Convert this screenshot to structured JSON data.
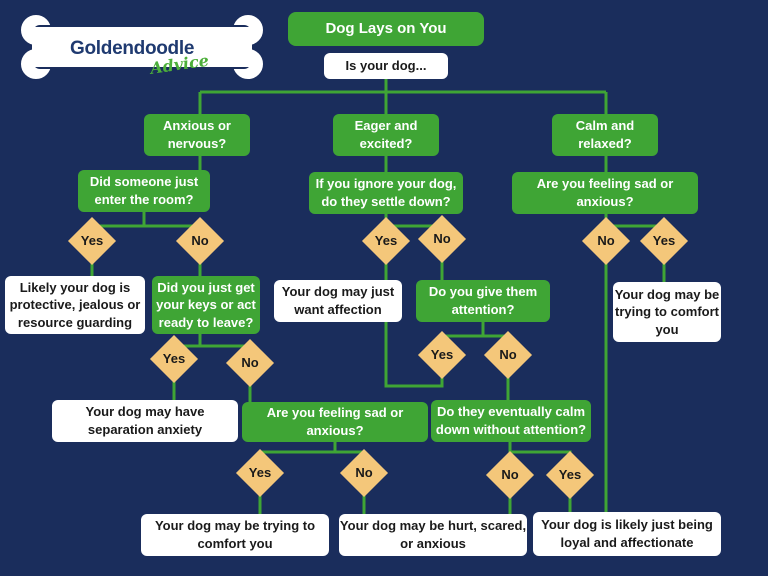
{
  "logo": {
    "line1": "Goldendoodle",
    "line2": "Advice",
    "colors": {
      "bone": "#ffffff",
      "text": "#1f3a70",
      "accent": "#4caf3a"
    }
  },
  "colors": {
    "background": "#1a2d5c",
    "green": "#3fa535",
    "diamond": "#f4c77a",
    "line": "#3fa535"
  },
  "title": "Dog Lays on You",
  "question": "Is your dog...",
  "states": {
    "anxious": "Anxious or nervous?",
    "eager": "Eager and excited?",
    "calm": "Calm and relaxed?"
  },
  "anxious_branch": {
    "question": "Did someone just enter the room?",
    "yes": "Yes",
    "no": "No",
    "yes_result": "Likely your dog is protective, jealous or resource guarding",
    "followup": "Did you just get your keys or act ready to leave?",
    "followup_yes": "Yes",
    "followup_no": "No",
    "followup_yes_result": "Your dog may have separation anxiety"
  },
  "sad_question": {
    "question": "Are you feeling sad or anxious?",
    "yes": "Yes",
    "no": "No",
    "yes_result": "Your dog may be trying to comfort you",
    "no_result": "Your dog may be hurt, scared, or anxious"
  },
  "eager_branch": {
    "question": "If you ignore your dog, do they settle down?",
    "yes": "Yes",
    "no": "No",
    "yes_result": "Your dog may just want affection",
    "followup": "Do you give them attention?",
    "followup_yes": "Yes",
    "followup_no": "No"
  },
  "calm_down": {
    "question": "Do they eventually calm down without attention?",
    "no": "No",
    "yes": "Yes"
  },
  "calm_branch": {
    "question": "Are you feeling sad or anxious?",
    "no": "No",
    "yes": "Yes",
    "yes_result": "Your dog may be trying to comfort you"
  },
  "final_result": "Your dog is likely just being loyal and affectionate"
}
